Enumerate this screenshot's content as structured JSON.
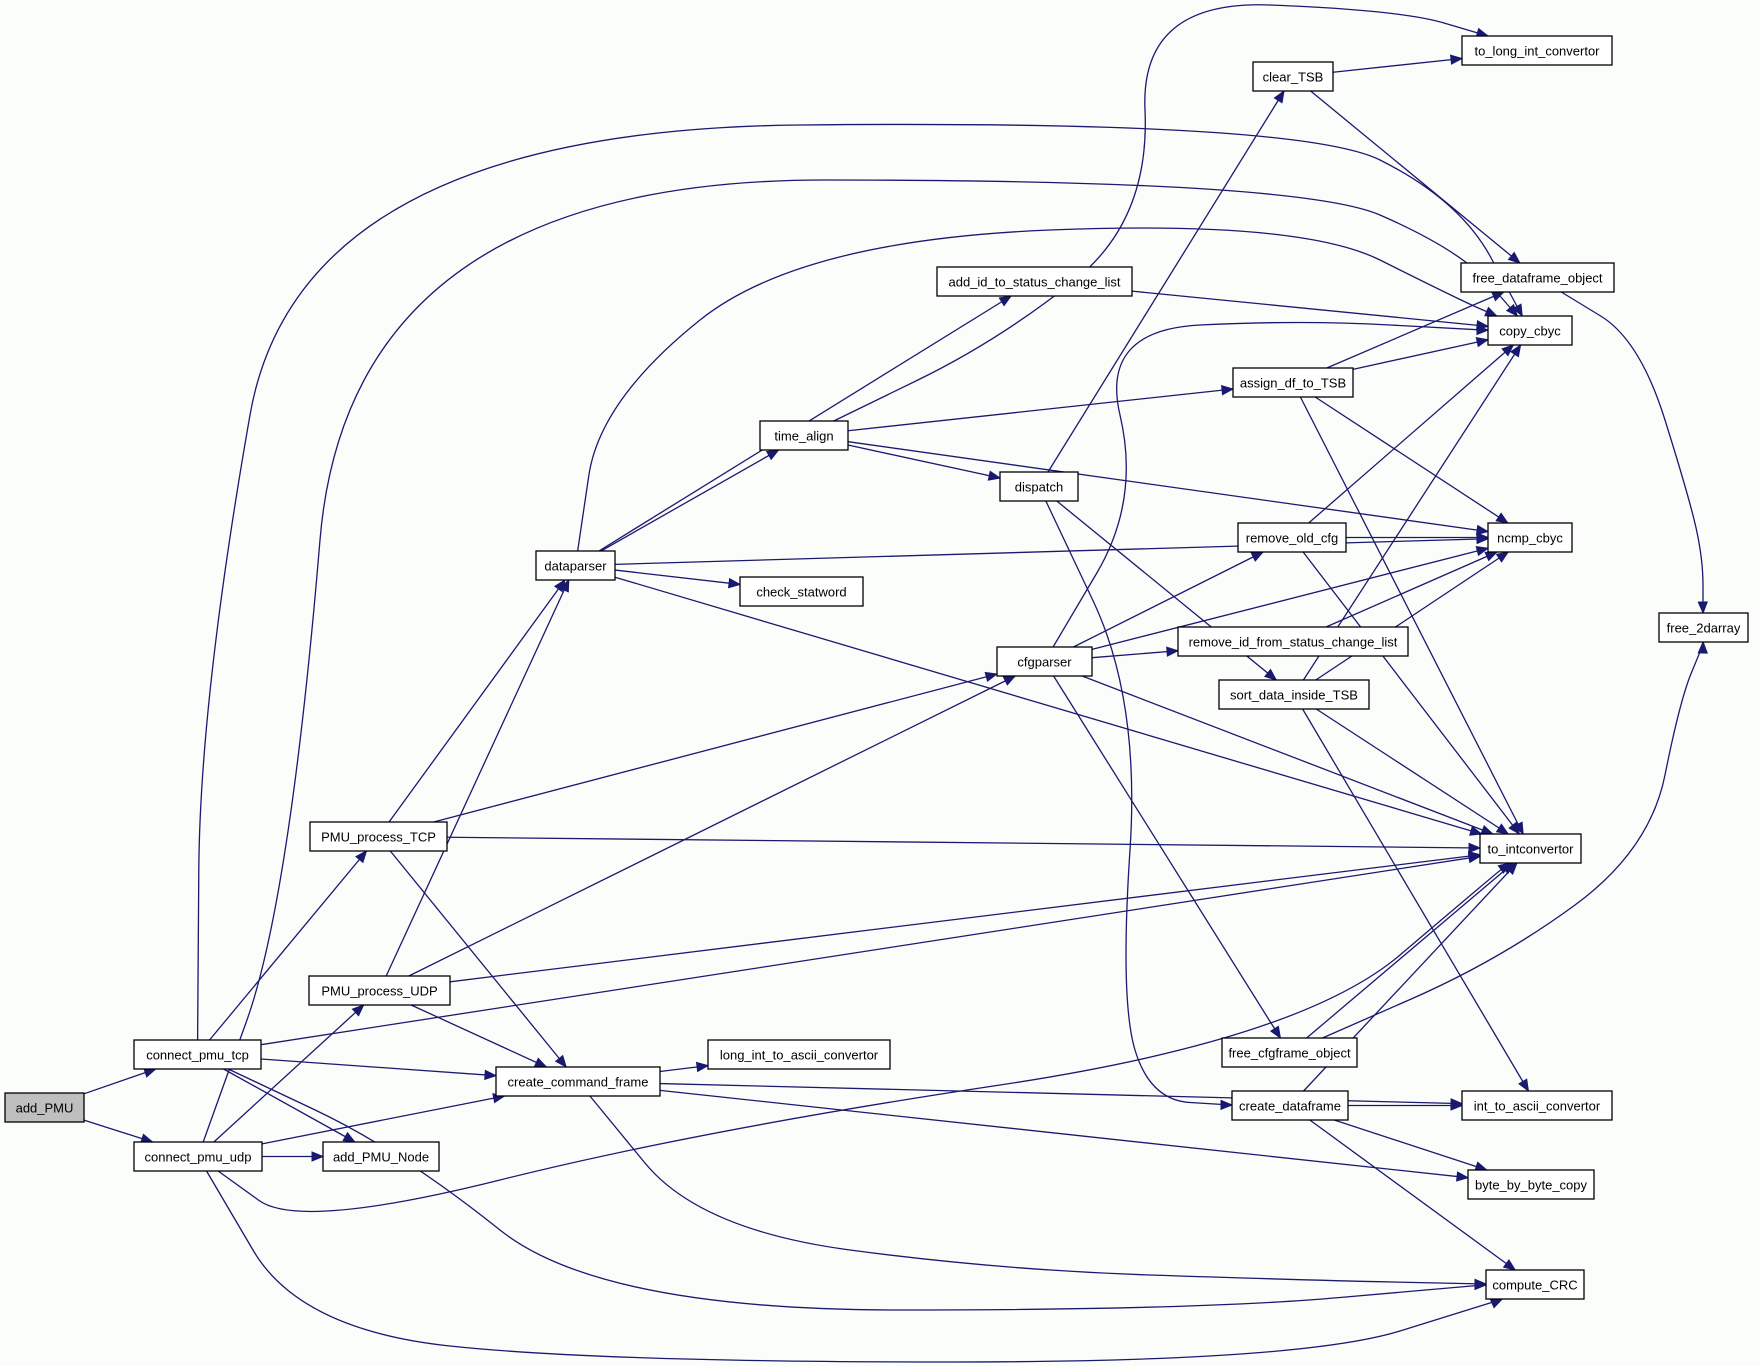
{
  "title": "add_PMU call graph",
  "colors": {
    "edge": "#191970",
    "node_fill": "#ffffff",
    "root_fill": "#bfbfbf",
    "node_border": "#000000",
    "background": "#fbfdfb"
  },
  "nodes": [
    {
      "id": "add_PMU",
      "label": "add_PMU",
      "root": true
    },
    {
      "id": "connect_pmu_tcp",
      "label": "connect_pmu_tcp"
    },
    {
      "id": "connect_pmu_udp",
      "label": "connect_pmu_udp"
    },
    {
      "id": "PMU_process_TCP",
      "label": "PMU_process_TCP"
    },
    {
      "id": "PMU_process_UDP",
      "label": "PMU_process_UDP"
    },
    {
      "id": "add_PMU_Node",
      "label": "add_PMU_Node"
    },
    {
      "id": "dataparser",
      "label": "dataparser"
    },
    {
      "id": "create_command_frame",
      "label": "create_command_frame"
    },
    {
      "id": "long_int_to_ascii_convertor",
      "label": "long_int_to_ascii_convertor"
    },
    {
      "id": "time_align",
      "label": "time_align"
    },
    {
      "id": "check_statword",
      "label": "check_statword"
    },
    {
      "id": "add_id_to_status_change_list",
      "label": "add_id_to_status_change_list"
    },
    {
      "id": "dispatch",
      "label": "dispatch"
    },
    {
      "id": "cfgparser",
      "label": "cfgparser"
    },
    {
      "id": "clear_TSB",
      "label": "clear_TSB"
    },
    {
      "id": "assign_df_to_TSB",
      "label": "assign_df_to_TSB"
    },
    {
      "id": "remove_old_cfg",
      "label": "remove_old_cfg"
    },
    {
      "id": "remove_id_from_status_change_list",
      "label": "remove_id_from_status_change_list"
    },
    {
      "id": "sort_data_inside_TSB",
      "label": "sort_data_inside_TSB"
    },
    {
      "id": "free_cfgframe_object",
      "label": "free_cfgframe_object"
    },
    {
      "id": "create_dataframe",
      "label": "create_dataframe"
    },
    {
      "id": "to_long_int_convertor",
      "label": "to_long_int_convertor"
    },
    {
      "id": "free_dataframe_object",
      "label": "free_dataframe_object"
    },
    {
      "id": "copy_cbyc",
      "label": "copy_cbyc"
    },
    {
      "id": "ncmp_cbyc",
      "label": "ncmp_cbyc"
    },
    {
      "id": "to_intconvertor",
      "label": "to_intconvertor"
    },
    {
      "id": "int_to_ascii_convertor",
      "label": "int_to_ascii_convertor"
    },
    {
      "id": "byte_by_byte_copy",
      "label": "byte_by_byte_copy"
    },
    {
      "id": "compute_CRC",
      "label": "compute_CRC"
    },
    {
      "id": "free_2darray",
      "label": "free_2darray"
    }
  ],
  "edges": [
    [
      "add_PMU",
      "connect_pmu_tcp"
    ],
    [
      "add_PMU",
      "connect_pmu_udp"
    ],
    [
      "connect_pmu_tcp",
      "PMU_process_TCP"
    ],
    [
      "connect_pmu_tcp",
      "add_PMU_Node"
    ],
    [
      "connect_pmu_tcp",
      "create_command_frame"
    ],
    [
      "connect_pmu_tcp",
      "copy_cbyc"
    ],
    [
      "connect_pmu_tcp",
      "to_intconvertor"
    ],
    [
      "connect_pmu_tcp",
      "compute_CRC"
    ],
    [
      "connect_pmu_udp",
      "PMU_process_UDP"
    ],
    [
      "connect_pmu_udp",
      "add_PMU_Node"
    ],
    [
      "connect_pmu_udp",
      "create_command_frame"
    ],
    [
      "connect_pmu_udp",
      "copy_cbyc"
    ],
    [
      "connect_pmu_udp",
      "to_intconvertor"
    ],
    [
      "connect_pmu_udp",
      "compute_CRC"
    ],
    [
      "PMU_process_TCP",
      "dataparser"
    ],
    [
      "PMU_process_TCP",
      "cfgparser"
    ],
    [
      "PMU_process_TCP",
      "create_command_frame"
    ],
    [
      "PMU_process_TCP",
      "to_intconvertor"
    ],
    [
      "PMU_process_UDP",
      "dataparser"
    ],
    [
      "PMU_process_UDP",
      "cfgparser"
    ],
    [
      "PMU_process_UDP",
      "create_command_frame"
    ],
    [
      "PMU_process_UDP",
      "to_intconvertor"
    ],
    [
      "dataparser",
      "time_align"
    ],
    [
      "dataparser",
      "check_statword"
    ],
    [
      "dataparser",
      "add_id_to_status_change_list"
    ],
    [
      "dataparser",
      "copy_cbyc"
    ],
    [
      "dataparser",
      "ncmp_cbyc"
    ],
    [
      "dataparser",
      "to_intconvertor"
    ],
    [
      "create_command_frame",
      "long_int_to_ascii_convertor"
    ],
    [
      "create_command_frame",
      "int_to_ascii_convertor"
    ],
    [
      "create_command_frame",
      "byte_by_byte_copy"
    ],
    [
      "create_command_frame",
      "compute_CRC"
    ],
    [
      "time_align",
      "dispatch"
    ],
    [
      "time_align",
      "assign_df_to_TSB"
    ],
    [
      "time_align",
      "to_long_int_convertor"
    ],
    [
      "time_align",
      "ncmp_cbyc"
    ],
    [
      "add_id_to_status_change_list",
      "copy_cbyc"
    ],
    [
      "dispatch",
      "clear_TSB"
    ],
    [
      "dispatch",
      "sort_data_inside_TSB"
    ],
    [
      "dispatch",
      "create_dataframe"
    ],
    [
      "cfgparser",
      "remove_old_cfg"
    ],
    [
      "cfgparser",
      "remove_id_from_status_change_list"
    ],
    [
      "cfgparser",
      "free_cfgframe_object"
    ],
    [
      "cfgparser",
      "copy_cbyc"
    ],
    [
      "cfgparser",
      "ncmp_cbyc"
    ],
    [
      "cfgparser",
      "to_intconvertor"
    ],
    [
      "clear_TSB",
      "to_long_int_convertor"
    ],
    [
      "clear_TSB",
      "free_dataframe_object"
    ],
    [
      "assign_df_to_TSB",
      "free_dataframe_object"
    ],
    [
      "assign_df_to_TSB",
      "copy_cbyc"
    ],
    [
      "assign_df_to_TSB",
      "ncmp_cbyc"
    ],
    [
      "assign_df_to_TSB",
      "to_intconvertor"
    ],
    [
      "remove_old_cfg",
      "copy_cbyc"
    ],
    [
      "remove_old_cfg",
      "ncmp_cbyc"
    ],
    [
      "remove_old_cfg",
      "to_intconvertor"
    ],
    [
      "remove_id_from_status_change_list",
      "ncmp_cbyc"
    ],
    [
      "sort_data_inside_TSB",
      "copy_cbyc"
    ],
    [
      "sort_data_inside_TSB",
      "ncmp_cbyc"
    ],
    [
      "sort_data_inside_TSB",
      "to_intconvertor"
    ],
    [
      "sort_data_inside_TSB",
      "int_to_ascii_convertor"
    ],
    [
      "free_cfgframe_object",
      "to_intconvertor"
    ],
    [
      "free_cfgframe_object",
      "free_2darray"
    ],
    [
      "create_dataframe",
      "to_intconvertor"
    ],
    [
      "create_dataframe",
      "int_to_ascii_convertor"
    ],
    [
      "create_dataframe",
      "byte_by_byte_copy"
    ],
    [
      "create_dataframe",
      "compute_CRC"
    ],
    [
      "free_dataframe_object",
      "free_2darray"
    ]
  ]
}
